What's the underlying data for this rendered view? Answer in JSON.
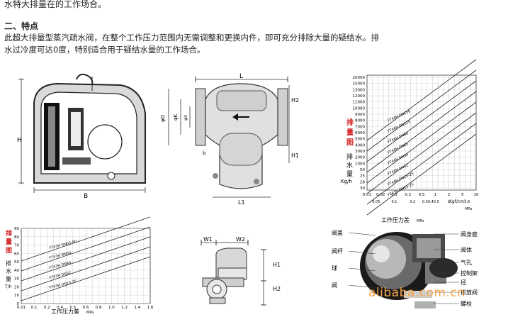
{
  "intro": {
    "top_line": "水特大排量在的工作场合。",
    "section_title": "二、特点",
    "paragraph_line1": "此超大排量型蒸汽疏水阀，在整个工作压力范围内无需调整和更换内件，即可充分排除大量的疑结水。排",
    "paragraph_line2": "水过冷度可达0度，特别适合用于疑结水量的工作场合。"
  },
  "drawings": {
    "section_view": {
      "label_h": "H",
      "label_b": "B"
    },
    "front_view": {
      "label_l": "L",
      "label_l1": "L1",
      "label_h1": "H1",
      "label_h2": "H2",
      "label_phi_d": "φD",
      "label_phi_k": "φK",
      "label_phi_d_small": "φd",
      "label_b": "b"
    },
    "small_view": {
      "label_w1": "W1",
      "label_w2": "W2",
      "label_h1": "H1",
      "label_h2": "H2"
    },
    "parts": {
      "left": [
        "阀盖",
        "阀杆",
        "球",
        "阀"
      ],
      "right": [
        "阀身座",
        "阀体",
        "气孔",
        "控制架",
        "径",
        "排放阀",
        "螺栓"
      ]
    }
  },
  "chart_data": [
    {
      "type": "line",
      "ylabel_red": "排量图",
      "ylabel": "排水量",
      "yunit": "Kg/h",
      "yticks": [
        "20000",
        "15000",
        "13000",
        "12000",
        "11000",
        "10000",
        "9000",
        "8000",
        "7000",
        "6000",
        "5000",
        "4000",
        "3000",
        "2000",
        "1000",
        "50",
        "25",
        "28",
        "30"
      ],
      "xticks": [
        "0.01",
        "0.02",
        "0.1",
        "0.2",
        "0.5",
        "1",
        "2",
        "5",
        "10",
        "0.05",
        "0.1",
        "0.2",
        "0.30.40.5",
        "1",
        "1.6"
      ],
      "xunit": "Kgf/cm²",
      "xunit2": "MPa",
      "xlabel": "工作压力差",
      "xlabel_unit": "MPa",
      "series": [
        {
          "name": "FT44H DN150"
        },
        {
          "name": "FT44H DN125"
        },
        {
          "name": "FT44H DN80"
        },
        {
          "name": "FT44H DN65"
        },
        {
          "name": "FT44H DN50"
        },
        {
          "name": "FT44H DN32"
        },
        {
          "name": "FT44H DN15-25"
        },
        {
          "name": "FT43H DN15-25"
        }
      ]
    },
    {
      "type": "line",
      "ylabel_red": "排量图",
      "ylabel": "排水量",
      "yunit": "T/h",
      "yticks": [
        "90",
        "80",
        "70",
        "60",
        "50",
        "40",
        "30",
        "20",
        "10",
        "0"
      ],
      "xticks": [
        "0.01",
        "0.1",
        "0.2",
        "0.4",
        "0.5",
        "0.6",
        "0.8",
        "1.0",
        "1.2",
        "1.4",
        "1.6"
      ],
      "xlabel": "工作压力差",
      "xlabel_unit": "MPa",
      "series": [
        {
          "name": "FT43H DN65-80"
        },
        {
          "name": "FT43H DN50"
        },
        {
          "name": "FT43H DN40"
        },
        {
          "name": "FT43H DN32"
        },
        {
          "name": "FT43H DN15-25"
        }
      ]
    }
  ],
  "watermark": "alibaba.com.cn"
}
